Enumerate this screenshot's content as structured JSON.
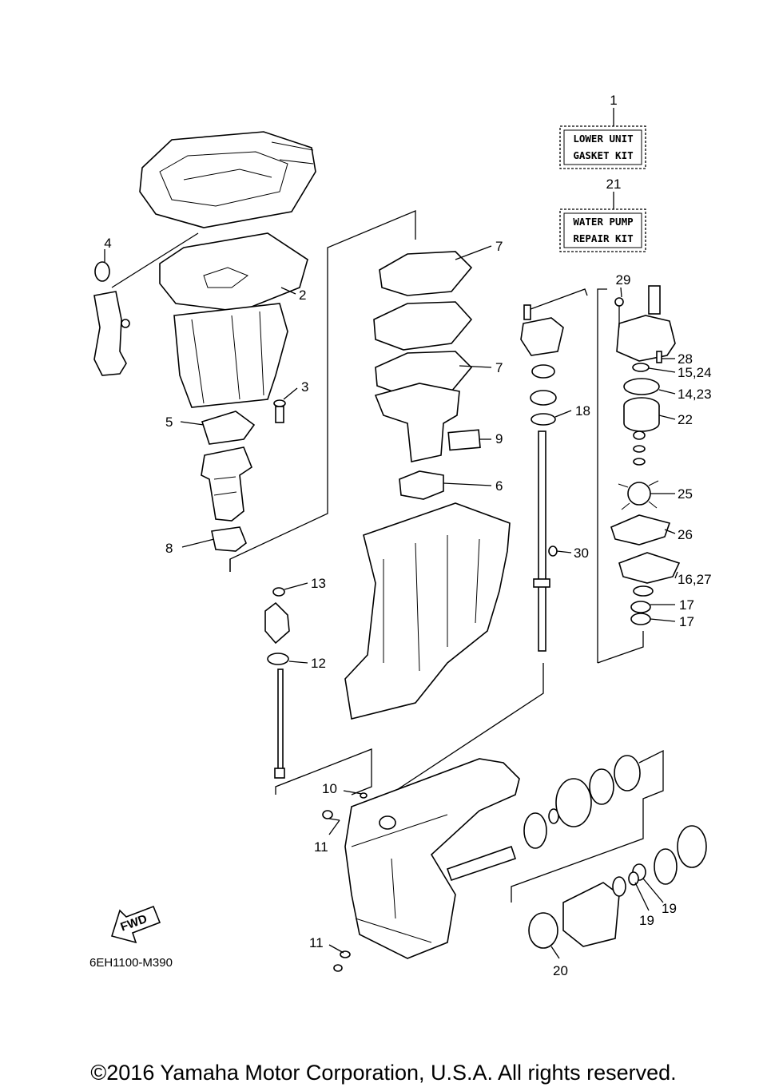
{
  "kits": [
    {
      "num": "1",
      "line1": "LOWER UNIT",
      "line2": "GASKET KIT"
    },
    {
      "num": "21",
      "line1": "WATER PUMP",
      "line2": "REPAIR KIT"
    }
  ],
  "callouts": {
    "c2": "2",
    "c3": "3",
    "c4": "4",
    "c5": "5",
    "c6": "6",
    "c7a": "7",
    "c7b": "7",
    "c8": "8",
    "c9": "9",
    "c10": "10",
    "c11a": "11",
    "c11b": "11",
    "c12": "12",
    "c13": "13",
    "c14": "14,23",
    "c15": "15,24",
    "c16": "16,27",
    "c17a": "17",
    "c17b": "17",
    "c18": "18",
    "c19a": "19",
    "c19b": "19",
    "c20": "20",
    "c22": "22",
    "c25": "25",
    "c26": "26",
    "c28": "28",
    "c29": "29",
    "c30": "30"
  },
  "fwd_label": "FWD",
  "diagram_code": "6EH1100-M390",
  "copyright": "©2016 Yamaha Motor Corporation, U.S.A. All rights reserved."
}
